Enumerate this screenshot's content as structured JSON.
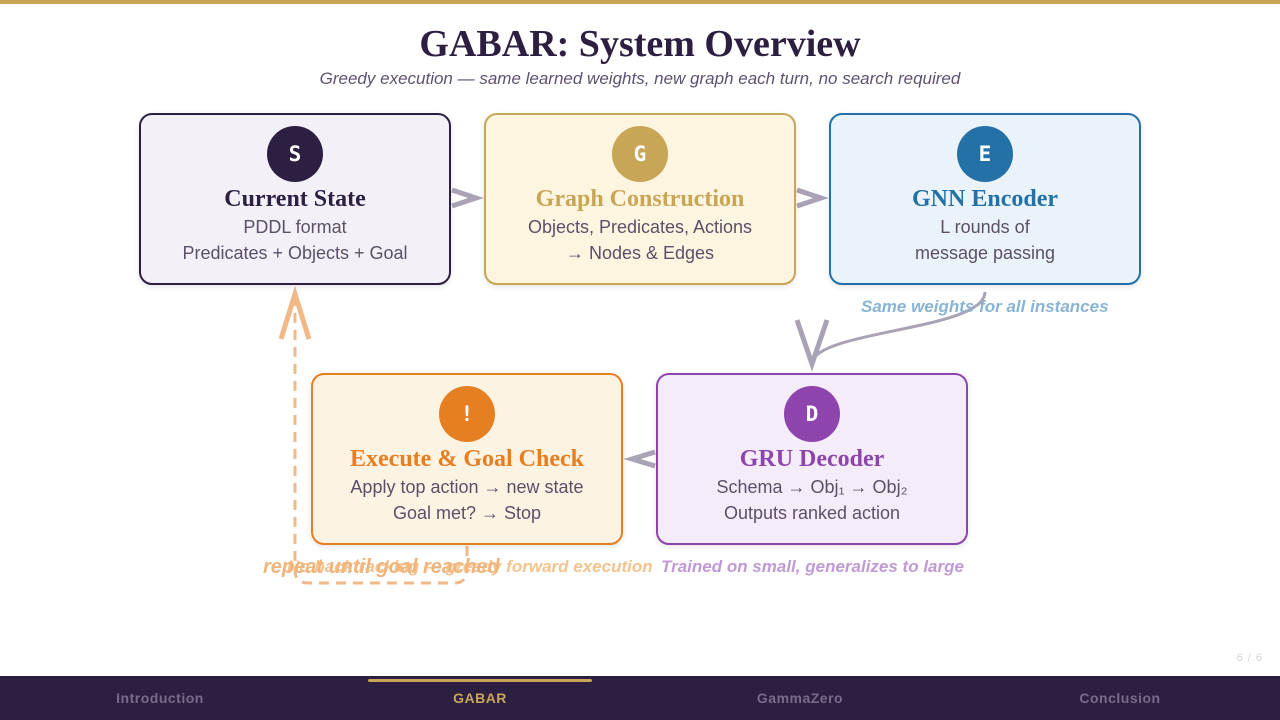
{
  "slide": {
    "title": "GABAR: System Overview",
    "subtitle": "Greedy execution — same learned weights, new graph each turn, no search required",
    "page_indicator": "6 / 6"
  },
  "stages": {
    "state": {
      "badge": "S",
      "title": "Current State",
      "line1": "PDDL format",
      "line2": "Predicates + Objects + Goal",
      "color": "#2d1f42"
    },
    "graph": {
      "badge": "G",
      "title": "Graph Construction",
      "line1": "Objects, Predicates, Actions",
      "line2": "→ Nodes & Edges",
      "color": "#c8a655"
    },
    "encoder": {
      "badge": "E",
      "title": "GNN Encoder",
      "line1": "L rounds of",
      "line2": "message passing",
      "color": "#2471a8"
    },
    "decoder": {
      "badge": "D",
      "title": "GRU Decoder",
      "line1": "Schema → Obj₁ → Obj₂",
      "line2": "Outputs ranked action",
      "color": "#8e44ad"
    },
    "execute": {
      "badge": "!",
      "title": "Execute & Goal Check",
      "line1": "Apply top action → new state",
      "line2": "Goal met? → Stop",
      "color": "#e67e22"
    }
  },
  "notes": {
    "weights": "Same weights for all instances",
    "repeat": "repeat until goal reached",
    "forward": "No backtracking — greedy forward execution",
    "trained": "Trained on small, generalizes to large"
  },
  "nav": {
    "items": [
      {
        "label": "Introduction"
      },
      {
        "label": "GABAR"
      },
      {
        "label": "GammaZero"
      },
      {
        "label": "Conclusion"
      }
    ],
    "active_index": 1
  },
  "colors": {
    "accent": "#c8a655",
    "dark": "#2d1f42",
    "arrow": "#aaa3b5",
    "loop": "#f1b987"
  }
}
